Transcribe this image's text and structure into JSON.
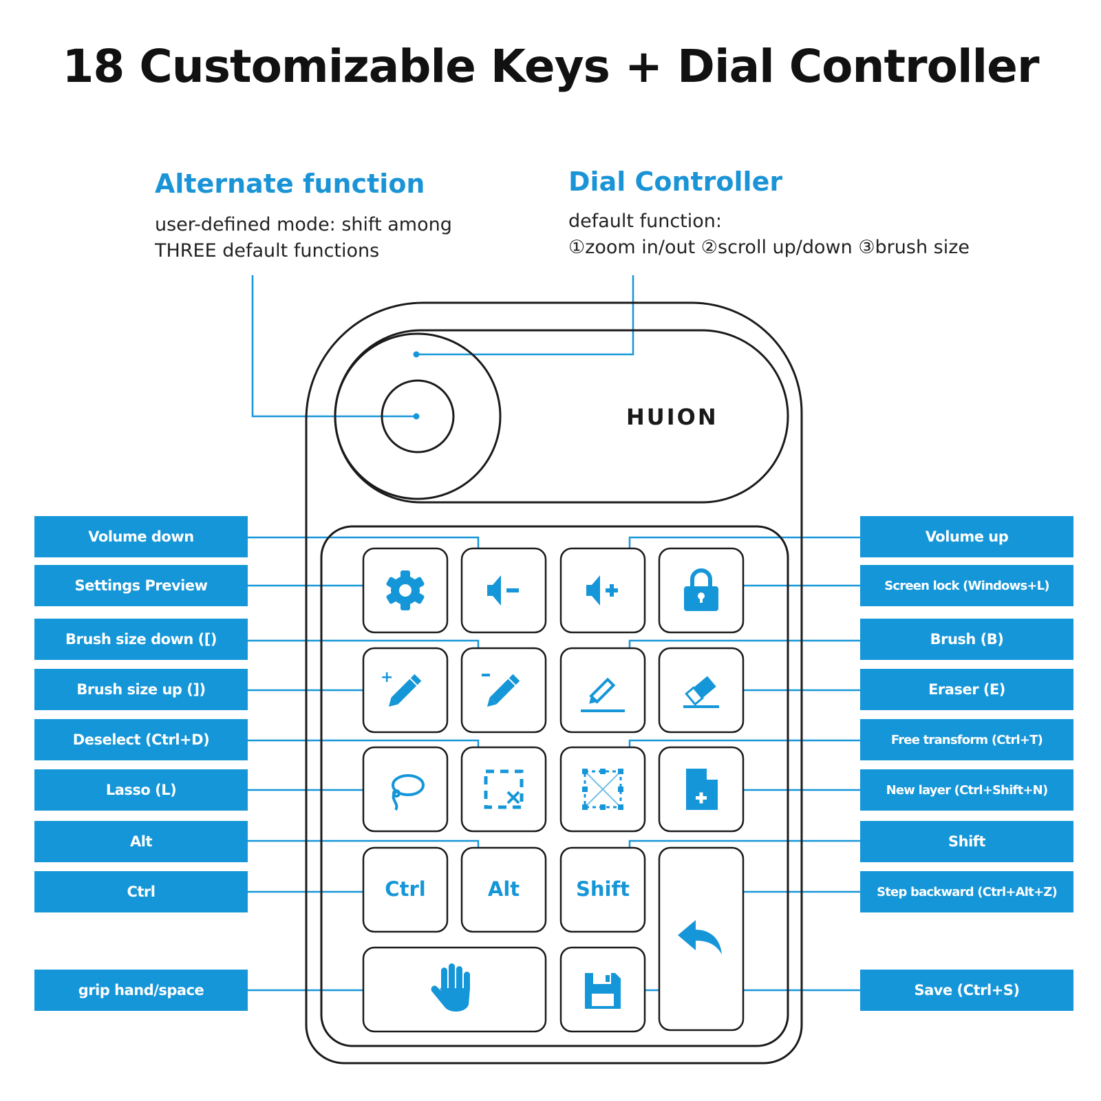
{
  "title": "18 Customizable Keys + Dial Controller",
  "alternate": {
    "heading": "Alternate function",
    "line1": "user-defined mode: shift among",
    "line2": "THREE default functions"
  },
  "dial": {
    "heading": "Dial Controller",
    "line1": "default function:",
    "line2": "①zoom in/out  ②scroll up/down  ③brush size"
  },
  "brand": "HUION",
  "labels_left": [
    "Volume down",
    "Settings Preview",
    "Brush size down ([)",
    "Brush size up (])",
    "Deselect (Ctrl+D)",
    "Lasso (L)",
    "Alt",
    "Ctrl",
    "grip hand/space"
  ],
  "labels_right": [
    "Volume up",
    "Screen lock (Windows+L)",
    "Brush (B)",
    "Eraser (E)",
    "Free transform (Ctrl+T)",
    "New layer (Ctrl+Shift+N)",
    "Shift",
    "Step backward (Ctrl+Alt+Z)",
    "Save (Ctrl+S)"
  ],
  "keys": {
    "ctrl": "Ctrl",
    "alt": "Alt",
    "shift": "Shift"
  },
  "colors": {
    "accent": "#1596d8",
    "outline": "#1a1a1a"
  },
  "icons": [
    "gear-icon",
    "volume-down-icon",
    "volume-up-icon",
    "lock-icon",
    "brush-size-up-icon",
    "brush-size-down-icon",
    "brush-icon",
    "eraser-icon",
    "lasso-icon",
    "deselect-icon",
    "free-transform-icon",
    "new-layer-icon",
    "undo-icon",
    "hand-icon",
    "save-icon"
  ]
}
